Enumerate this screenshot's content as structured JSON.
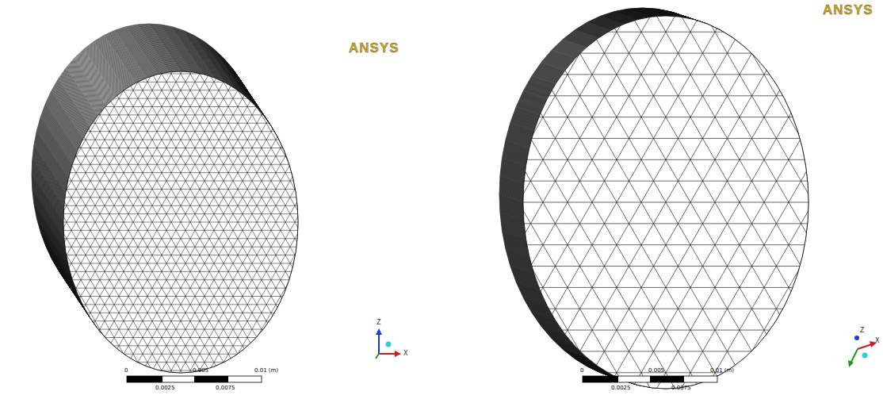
{
  "diagram": {
    "labels": [
      "ANSYS",
      "0",
      "0.005",
      "0.01 (m)",
      "0.0025",
      "0.0075",
      "Z",
      "X",
      "ANSYS",
      "0",
      "0.005",
      "0.01 (m)",
      "0.0025",
      "0.0075",
      "Z",
      "X"
    ]
  }
}
